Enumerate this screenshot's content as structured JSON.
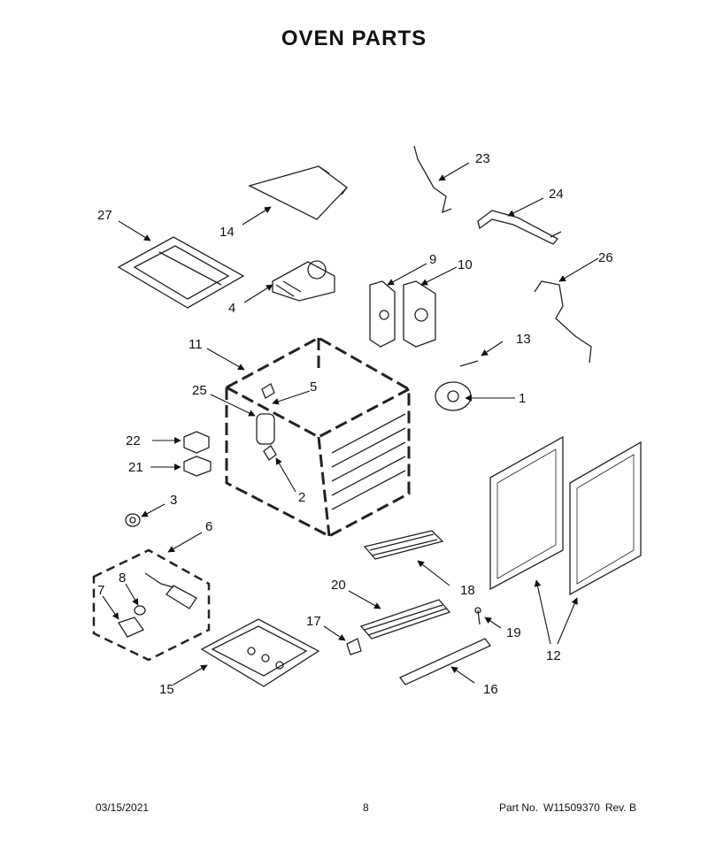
{
  "title": "OVEN PARTS",
  "callouts": {
    "c1": "1",
    "c2": "2",
    "c3": "3",
    "c4": "4",
    "c5": "5",
    "c6": "6",
    "c7": "7",
    "c8": "8",
    "c9": "9",
    "c10": "10",
    "c11": "11",
    "c12": "12",
    "c13": "13",
    "c14": "14",
    "c15": "15",
    "c16": "16",
    "c17": "17",
    "c18": "18",
    "c19": "19",
    "c20": "20",
    "c21": "21",
    "c22": "22",
    "c23": "23",
    "c24": "24",
    "c25": "25",
    "c26": "26",
    "c27": "27"
  },
  "footer": {
    "date": "03/15/2021",
    "page": "8",
    "part_label": "Part No.",
    "part_number": "W11509370",
    "revision": "Rev. B"
  }
}
